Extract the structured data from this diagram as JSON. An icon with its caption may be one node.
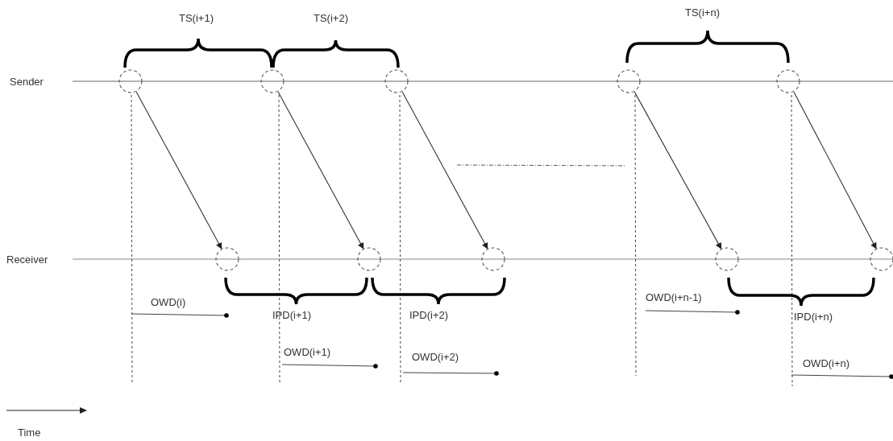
{
  "diagram": {
    "nodes": [
      {
        "text": [],
        "shape": "circle"
      },
      {
        "text": [],
        "shape": "circle"
      },
      {
        "text": [],
        "shape": "circle"
      },
      {
        "text": [],
        "shape": "circle"
      },
      {
        "text": [],
        "shape": "circle"
      },
      {
        "text": [],
        "shape": "circle"
      },
      {
        "text": [],
        "shape": "circle"
      },
      {
        "text": [],
        "shape": "circle"
      },
      {
        "text": [],
        "shape": "circle"
      },
      {
        "text": [],
        "shape": "circle"
      }
    ],
    "edges": [
      {
        "from": 0,
        "to": 5,
        "arrow": "to"
      },
      {
        "from": 1,
        "to": 6,
        "arrow": "to"
      },
      {
        "from": 2,
        "to": 7,
        "arrow": "to"
      },
      {
        "from": 3,
        "to": 8,
        "arrow": "to"
      },
      {
        "from": 4,
        "to": 9,
        "arrow": "to"
      }
    ],
    "labels": [
      "TS(i+n)",
      "TS(i+1)",
      "TS(i+2)",
      "Sender",
      "Receiver",
      "OWD(i+n-1)",
      "OWD(i)",
      "IPD(i+1)",
      "IPD(i+2)",
      "IPD(i+n)",
      "OWD(i+1)",
      "OWD(i+2)",
      "OWD(i+n)",
      "Time"
    ]
  }
}
